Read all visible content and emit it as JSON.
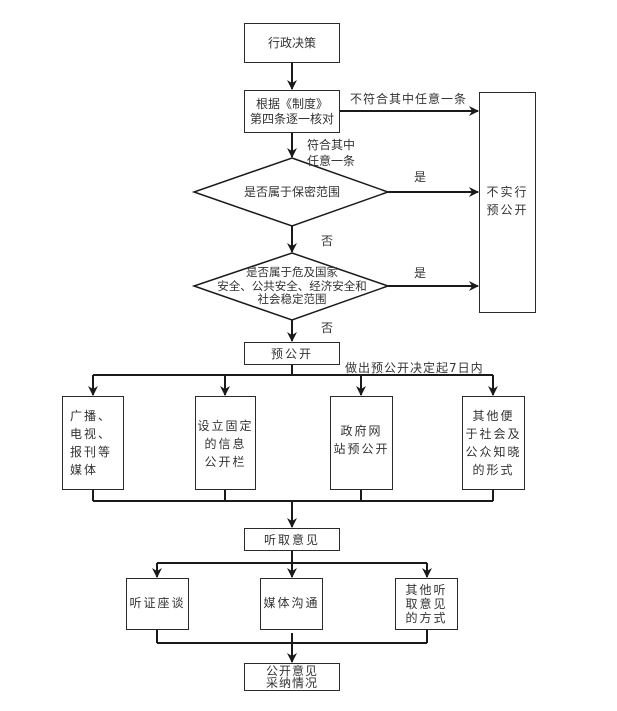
{
  "title": "行政决策预公开流程图",
  "nodes": {
    "start": "行政决策",
    "check": "根据《制度》\n第四条逐一核对",
    "decision_secret": "是否属于保密范围",
    "decision_security": "是否属于危及国家\n安全、公共安全、经济安全和\n社会稳定范围",
    "no_pre_disclosure": "不实行\n预公开",
    "pre_disclosure": "预公开",
    "channel_media": "广播、\n电视、\n报刊等\n媒体",
    "channel_board": "设立固定\n的信息\n公开栏",
    "channel_website": "政府网\n站预公开",
    "channel_other": "其他便\n于社会及\n公众知晓\n的形式",
    "hear_opinions": "听取意见",
    "method_hearing": "听证座谈",
    "method_media": "媒体沟通",
    "method_other": "其他听\n取意见\n的方式",
    "result": "公开意见\n采纳情况"
  },
  "edge_labels": {
    "not_match": "不符合其中任意一条",
    "match": "符合其中\n任意一条",
    "yes_1": "是",
    "no_1": "否",
    "yes_2": "是",
    "no_2": "否",
    "within_7_days": "做出预公开决定起7日内"
  },
  "colors": {
    "line": "#1a1a1a",
    "text": "#333333",
    "background": "#ffffff"
  }
}
